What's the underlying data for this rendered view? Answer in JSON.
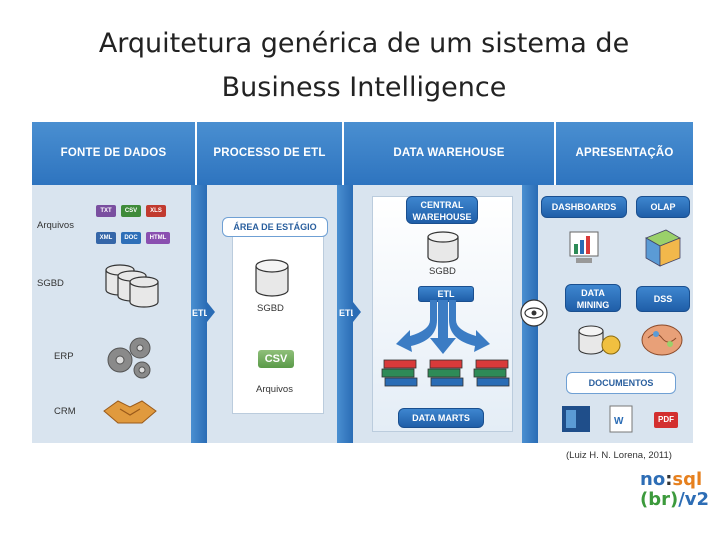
{
  "title_lines": [
    "Arquitetura genérica de um sistema de",
    "Business Intelligence"
  ],
  "columns": [
    "FONTE DE DADOS",
    "PROCESSO DE ETL",
    "DATA WAREHOUSE",
    "APRESENTAÇÃO"
  ],
  "sources": {
    "arquivos": "Arquivos",
    "sgbd": "SGBD",
    "erp": "ERP",
    "crm": "CRM",
    "file_types_row1": [
      "TXT",
      "CSV",
      "XLS"
    ],
    "file_types_row2": [
      "XML",
      "DOC",
      "HTML"
    ]
  },
  "etl": {
    "staging": "ÁREA DE ESTÁGIO",
    "sgbd": "SGBD",
    "csv": "CSV",
    "arquivos": "Arquivos",
    "etl_left": "ETL",
    "etl_right": "ETL"
  },
  "warehouse": {
    "central": "CENTRAL WAREHOUSE",
    "sgbd": "SGBD",
    "etl": "ETL",
    "marts": "DATA MARTS"
  },
  "presentation": {
    "dashboards": "DASHBOARDS",
    "olap": "OLAP",
    "data_mining": "DATA MINING",
    "dss": "DSS",
    "documentos": "DOCUMENTOS",
    "pdf": "PDF"
  },
  "credit": "(Luiz H. N. Lorena, 2011)",
  "logo": {
    "line1_a": "no",
    "line1_sep": ":",
    "line1_b": "sql",
    "line2_a": "(br)",
    "line2_b": "/v2"
  }
}
